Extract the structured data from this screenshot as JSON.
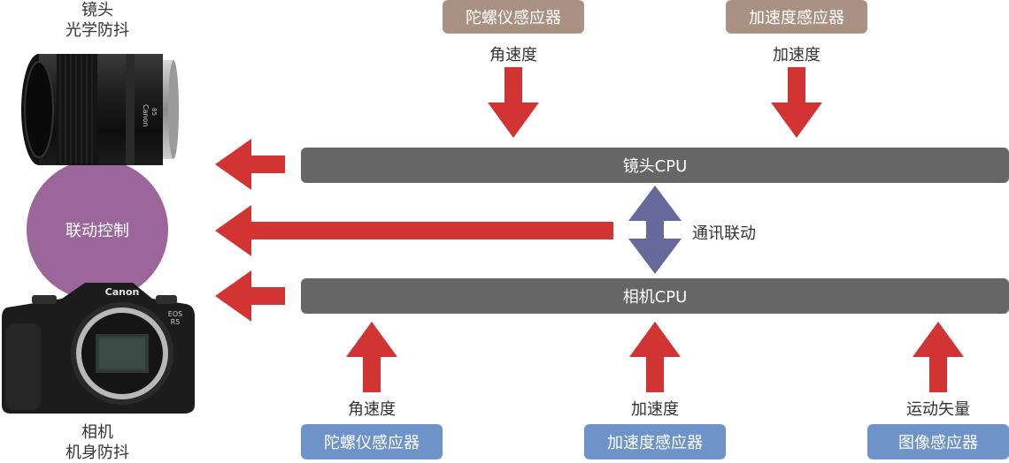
{
  "lens": {
    "caption_line1": "镜头",
    "caption_line2": "光学防抖",
    "brand": "Canon",
    "focal": "85"
  },
  "camera": {
    "caption_line1": "相机",
    "caption_line2": "机身防抖",
    "brand": "Canon",
    "model_line1": "EOS",
    "model_line2": "R5"
  },
  "link_circle": {
    "label": "联动控制"
  },
  "lens_cpu": {
    "label": "镜头CPU"
  },
  "camera_cpu": {
    "label": "相机CPU"
  },
  "communication": {
    "label": "通讯联动"
  },
  "lens_inputs": [
    {
      "sensor": "陀螺仪感应器",
      "signal": "角速度"
    },
    {
      "sensor": "加速度感应器",
      "signal": "加速度"
    }
  ],
  "camera_inputs": [
    {
      "sensor": "陀螺仪感应器",
      "signal": "角速度"
    },
    {
      "sensor": "加速度感应器",
      "signal": "加速度"
    },
    {
      "sensor": "图像感应器",
      "signal": "运动矢量"
    }
  ],
  "colors": {
    "arrow_red": "#d23434",
    "comm_arrow": "#66699c",
    "bar_gray": "#666666",
    "lens_tag": "#a89082",
    "camera_tag": "#6d93c8",
    "circle": "#9b669a"
  }
}
